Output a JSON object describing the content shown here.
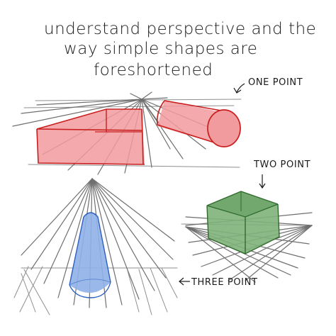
{
  "title": {
    "line1": "understand perspective and the",
    "line2": "way simple shapes are",
    "line3": "foreshortened"
  },
  "labels": {
    "one_point": "ONE POINT",
    "two_point": "TWO POINT",
    "three_point": "THREE POINT"
  },
  "colors": {
    "one_point_fill": "#f29b9f",
    "one_point_stroke": "#c81e1e",
    "two_point_fill": "#7fb27a",
    "two_point_stroke": "#2f6b2c",
    "three_point_fill": "#8fb1e8",
    "three_point_stroke": "#2c5fc0",
    "guide_lines": "#8f8f8f"
  }
}
